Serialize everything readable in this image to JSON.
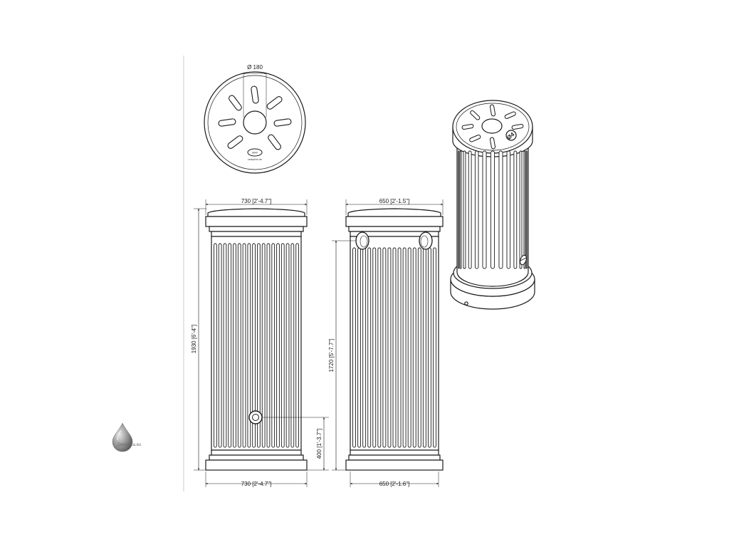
{
  "diagram": {
    "top_view": {
      "opening_diameter": "Ø 180",
      "brand_badge": "GRAF",
      "badge_caption": "swagelok.de"
    },
    "front_view": {
      "top_width": "730 [2'-4.7\"]",
      "bottom_width": "730 [2'-4.7\"]",
      "height": "1930 [6'-4\"]",
      "outlet_height": "400 [1'-3.7\"]"
    },
    "side_view": {
      "top_width": "650 [2'-1.5\"]",
      "bottom_width": "650 [2'-1.6\"]",
      "inlet_height": "1720 [5'-7.7\"]"
    },
    "perspective_view": {
      "lid_marking": "Ø4"
    }
  },
  "watermark": {
    "text": "Deštovka.eu"
  },
  "colors": {
    "line": "#1a1a1a",
    "background": "#ffffff",
    "drop_dark": "#5e5e5e",
    "drop_light": "#cfcfcf"
  }
}
